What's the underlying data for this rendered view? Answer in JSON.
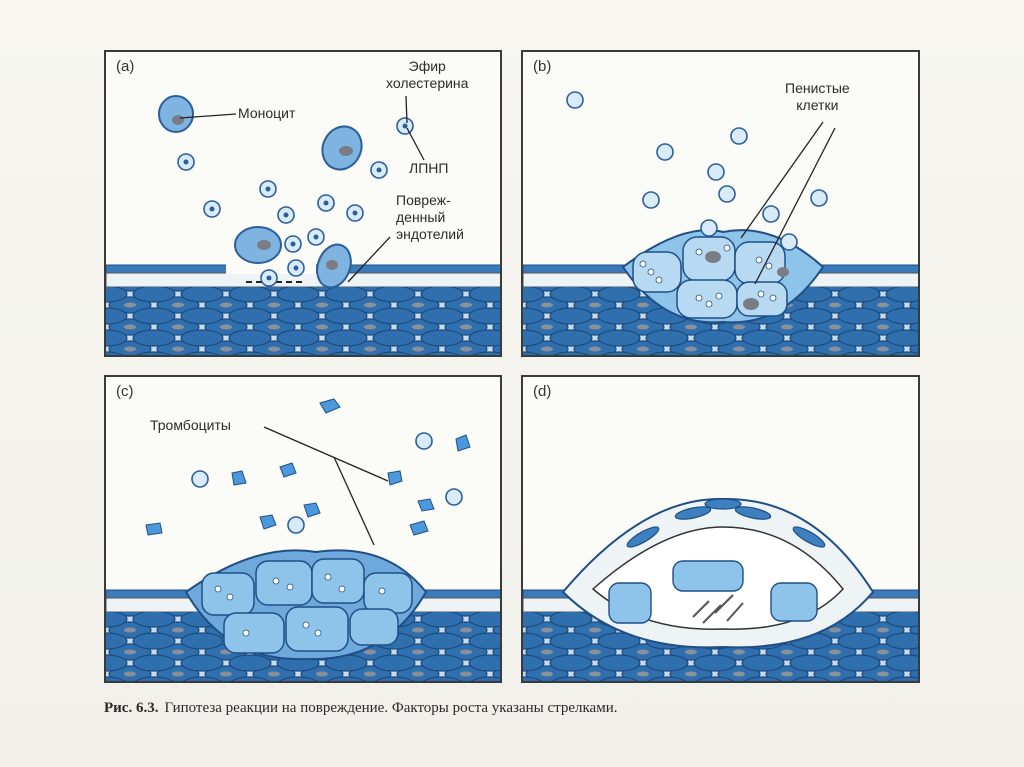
{
  "figure": {
    "caption_label": "Рис. 6.3.",
    "caption_text": "Гипотеза реакции на повреждение. Факторы роста указаны стрелками."
  },
  "panels": {
    "a": {
      "tag": "(a)",
      "labels": {
        "monocyte": "Моноцит",
        "cholesterol_ester": "Эфир\nхолестерина",
        "ldl": "ЛПНП",
        "damaged_endothelium": "Повреж-\nденный\nэндотелий"
      }
    },
    "b": {
      "tag": "(b)",
      "labels": {
        "foam_cells": "Пенистые\nклетки"
      }
    },
    "c": {
      "tag": "(c)",
      "labels": {
        "platelets": "Тромбоциты"
      }
    },
    "d": {
      "tag": "(d)"
    }
  },
  "colors": {
    "cell_fill": "#3d7fbf",
    "cell_stroke": "#1f4f86",
    "foam_fill": "#8ec3ea",
    "platelet": "#4b98dc",
    "nucleus": "#7c7f86"
  }
}
